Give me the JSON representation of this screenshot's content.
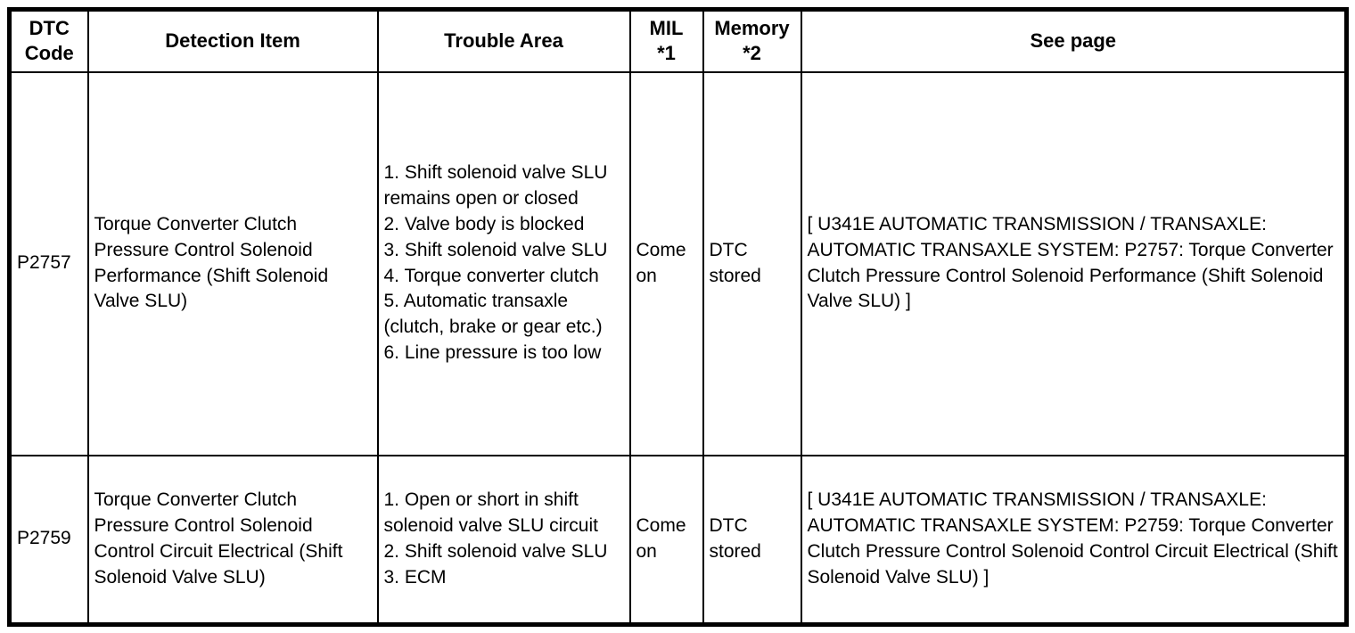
{
  "table": {
    "columns": [
      "DTC\nCode",
      "Detection Item",
      "Trouble Area",
      "MIL\n*1",
      "Memory\n*2",
      "See page"
    ],
    "rows": [
      {
        "dtc_code": "P2757",
        "detection_item": "Torque Converter Clutch Pressure Control Solenoid Performance (Shift Solenoid Valve SLU)",
        "trouble_area": "1. Shift solenoid valve SLU remains open or closed\n2. Valve body is blocked\n3. Shift solenoid valve SLU\n4. Torque converter clutch\n5. Automatic transaxle (clutch, brake or gear etc.)\n6. Line pressure is too low",
        "mil": "Come on",
        "memory": "DTC stored",
        "see_page": "[ U341E AUTOMATIC TRANSMISSION / TRANSAXLE: AUTOMATIC TRANSAXLE SYSTEM: P2757: Torque Converter Clutch Pressure Control Solenoid Performance (Shift Solenoid Valve SLU) ]"
      },
      {
        "dtc_code": "P2759",
        "detection_item": "Torque Converter Clutch Pressure Control Solenoid Control Circuit Electrical (Shift Solenoid Valve SLU)",
        "trouble_area": "1. Open or short in shift solenoid valve SLU circuit\n2. Shift solenoid valve SLU\n3. ECM",
        "mil": "Come on",
        "memory": "DTC stored",
        "see_page": "[ U341E AUTOMATIC TRANSMISSION / TRANSAXLE: AUTOMATIC TRANSAXLE SYSTEM: P2759: Torque Converter Clutch Pressure Control Solenoid Control Circuit Electrical (Shift Solenoid Valve SLU) ]"
      }
    ]
  }
}
